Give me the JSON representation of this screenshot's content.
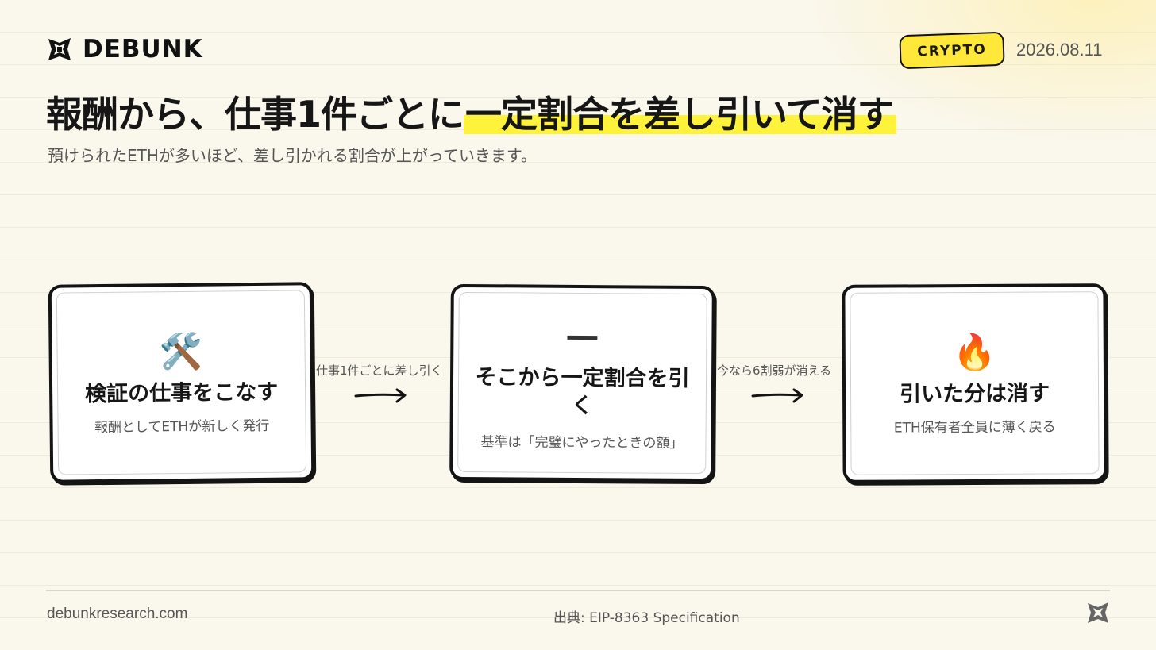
{
  "brand": {
    "name": "DEBUNK",
    "logo_icon": "debunk-star-logo"
  },
  "header": {
    "tag": "CRYPTO",
    "date": "2026.08.11"
  },
  "title": {
    "prefix": "報酬から、仕事1件ごとに",
    "highlight": "一定割合を差し引いて消す"
  },
  "subtitle": "預けられたETHが多いほど、差し引かれる割合が上がっていきます。",
  "steps": [
    {
      "icon": "hammer-and-wrench-icon",
      "glyph": "🛠️",
      "title": "検証の仕事をこなす",
      "desc": "報酬としてETHが新しく発行"
    },
    {
      "icon": "minus-icon",
      "glyph": "",
      "title": "そこから一定割合を引く",
      "desc": "基準は「完璧にやったときの額」"
    },
    {
      "icon": "fire-icon",
      "glyph": "🔥",
      "title": "引いた分は消す",
      "desc": "ETH保有者全員に薄く戻る"
    }
  ],
  "connectors": [
    {
      "label": "仕事1件ごとに差し引く"
    },
    {
      "label": "今なら6割弱が消える"
    }
  ],
  "footer": {
    "site": "debunkresearch.com",
    "source": "出典: EIP-8363 Specification"
  },
  "colors": {
    "accent": "#ffe83a",
    "highlight": "#fff23a",
    "ink": "#141414",
    "background": "#faf7ec"
  }
}
